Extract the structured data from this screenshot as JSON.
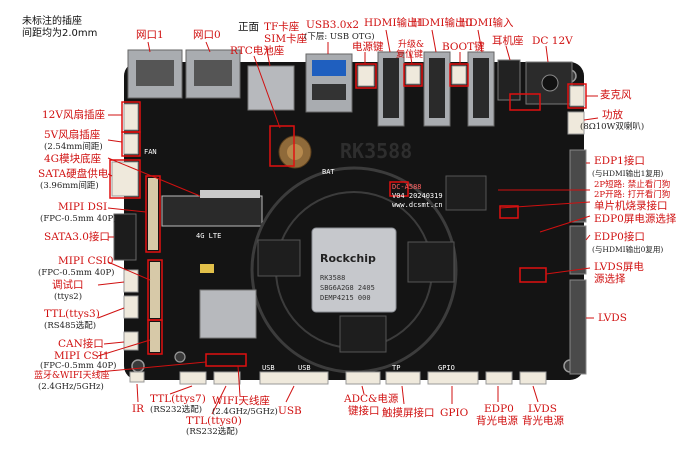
{
  "note": {
    "line1": "未标注的插座",
    "line2": "间距均为2.0mm"
  },
  "chip": {
    "brand": "Rockchip",
    "l1": "RK3588",
    "l2": "SBG6A2G8 2405",
    "l3": "DEMP4215 000"
  },
  "board": {
    "silk_model": "V04 20240319",
    "silk_site": "www.dcsmt.cn",
    "silk_dc": "DC-A588",
    "silk_big": "RK3588",
    "silk_bat": "BAT",
    "silk_fan": "FAN",
    "silk_4glte": "4G LTE",
    "silk_usb1": "USB",
    "silk_usb2": "USB",
    "silk_gpio": "GPIO",
    "silk_tp": "TP"
  },
  "labels": {
    "wk1": "网口1",
    "wk0": "网口0",
    "tf_l1": "正面",
    "tf_l2": "TF卡座",
    "tf_l3": "SIM卡座",
    "rtc": "RTC电池座",
    "usb30_l1": "USB3.0x2",
    "usb30_l2": "(下层: USB OTG)",
    "power_key": "电源键",
    "hdmi_out1": "HDMI输出1",
    "upgrade_l1": "升级&",
    "upgrade_l2": "复位键",
    "hdmi_out0": "HDMI输出0",
    "boot_key": "BOOT键",
    "hdmi_in": "HDMI输入",
    "earphone": "耳机座",
    "dc12v": "DC 12V",
    "mic": "麦克风",
    "amp_l1": "功放",
    "amp_l2": "(8Ω10W双喇叭)",
    "fan12v": "12V风扇插座",
    "fan5v_l1": "5V风扇插座",
    "fan5v_l2": "(2.54mm间距)",
    "lte": "4G模块底座",
    "sata_pwr_l1": "SATA硬盘供电",
    "sata_pwr_l2": "(3.96mm间距)",
    "mipi_dsi_l1": "MIPI DSI",
    "mipi_dsi_l2": "(FPC-0.5mm 40P)",
    "sata30": "SATA3.0接口",
    "mipi_csi0_l1": "MIPI CSI0",
    "mipi_csi0_l2": "(FPC-0.5mm 40P)",
    "debug_l1": "调试口",
    "debug_l2": "(ttys2)",
    "ttl3_l1": "TTL(ttys3)",
    "ttl3_l2": "(RS485选配)",
    "can": "CAN接口",
    "mipi_csi1_l1": "MIPI CSI1",
    "mipi_csi1_l2": "(FPC-0.5mm 40P)",
    "bt_l1": "蓝牙&WIFI天线座",
    "bt_l2": "(2.4GHz/5GHz)",
    "edp1_l1": "EDP1接口",
    "edp1_l2": "(与HDMI输出1复用)",
    "p2_l1": "2P短路: 禁止看门狗",
    "p2_l2": "2P开路: 打开看门狗",
    "mcu": "单片机烧录接口",
    "edp0_sel": "EDP0屏电源选择",
    "edp0_l1": "EDP0接口",
    "edp0_l2": "(与HDMI输出0复用)",
    "lvds_sel_l1": "LVDS屏电",
    "lvds_sel_l2": "源选择",
    "lvds": "LVDS",
    "ir": "IR",
    "ttl7_l1": "TTL(ttys7)",
    "ttl7_l2": "(RS232选配)",
    "ttl0_l1": "TTL(ttys0)",
    "ttl0_l2": "(RS232选配)",
    "wifi_l1": "WIFI天线座",
    "wifi_l2": "(2.4GHz/5GHz)",
    "usb": "USB",
    "adc_l1": "ADC&电源",
    "adc_l2": "键接口",
    "touch": "触摸屏接口",
    "gpio": "GPIO",
    "edp0_bl_l1": "EDP0",
    "edp0_bl_l2": "背光电源",
    "lvds_bl_l1": "LVDS",
    "lvds_bl_l2": "背光电源"
  },
  "colors": {
    "label": "#d01010",
    "pcb": "#141414",
    "connector": "#efe9dc",
    "metal": "#a9acb0"
  }
}
